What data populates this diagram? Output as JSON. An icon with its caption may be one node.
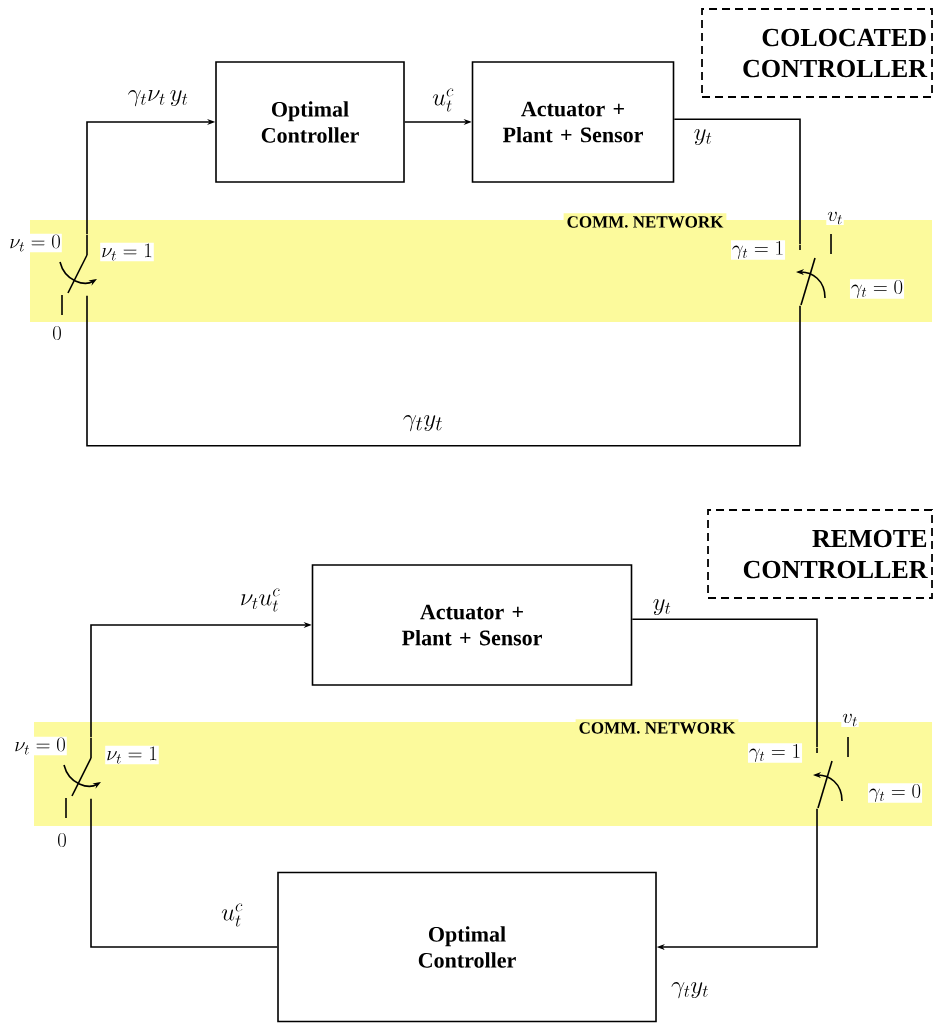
{
  "diagram": {
    "nodes": [
      {
        "text": [
          "COLOCATED CONTROLLER"
        ]
      },
      {
        "text": [
          "Optimal Controller"
        ]
      },
      {
        "text": [
          "Actuator + Plant + Sensor"
        ]
      },
      {
        "text": [
          "COMM. NETWORK"
        ]
      },
      {
        "text": [],
        "shape": "switch",
        "in": 3
      },
      {
        "text": [],
        "shape": "switch",
        "in": 3
      },
      {
        "text": [
          "REMOTE CONTROLLER"
        ]
      },
      {
        "text": [
          "Actuator + Plant + Sensor"
        ]
      },
      {
        "text": [
          "COMM. NETWORK"
        ]
      },
      {
        "text": [],
        "shape": "switch",
        "in": 8
      },
      {
        "text": [],
        "shape": "switch",
        "in": 8
      },
      {
        "text": [
          "Optimal Controller"
        ]
      }
    ],
    "edges": [
      {
        "from": 4,
        "to": 1,
        "arrow": "to",
        "label": "\\gamma_t\\nu_t\\, y_t"
      },
      {
        "from": 1,
        "to": 2,
        "arrow": "to",
        "label": "u_t^c"
      },
      {
        "from": 2,
        "to": 5,
        "arrow": "none",
        "label": "y_t"
      },
      {
        "from": 5,
        "to": 4,
        "arrow": "none",
        "label": "\\gamma_t y_t"
      },
      {
        "from": 9,
        "to": 7,
        "arrow": "to",
        "label": "\\nu_t u_t^c"
      },
      {
        "from": 7,
        "to": 10,
        "arrow": "none",
        "label": "y_t"
      },
      {
        "from": 10,
        "to": 11,
        "arrow": "to",
        "label": "\\gamma_t y_t"
      },
      {
        "from": 11,
        "to": 9,
        "arrow": "none",
        "label": "u_t^c"
      }
    ],
    "labels": [
      "v_t",
      "\\nu_t = 0",
      "\\gamma_t = 1",
      "\\nu_t = 1",
      "\\gamma_t = 0",
      "0",
      "v_t",
      "\\nu_t = 0",
      "\\gamma_t = 1",
      "\\nu_t = 1",
      "\\gamma_t = 0",
      "0"
    ]
  }
}
